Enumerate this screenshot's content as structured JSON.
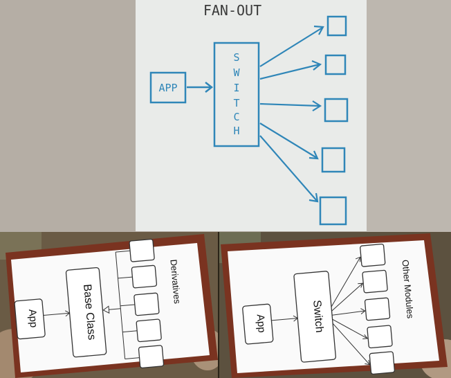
{
  "whiteboard": {
    "title": "FAN-OUT",
    "app_label": "APP",
    "switch_letters": [
      "S",
      "W",
      "I",
      "T",
      "C",
      "H"
    ]
  },
  "inheritance_diagram": {
    "app_label": "App",
    "base_label": "Base Class",
    "group_label": "Derivatives"
  },
  "switch_diagram": {
    "app_label": "App",
    "switch_label": "Switch",
    "group_label": "Other Modules"
  },
  "colors": {
    "marker_blue": "#2f86b8",
    "whiteboard": "#e9ebe9",
    "frame_wood": "#7a3320",
    "card_white": "#fafafa"
  }
}
